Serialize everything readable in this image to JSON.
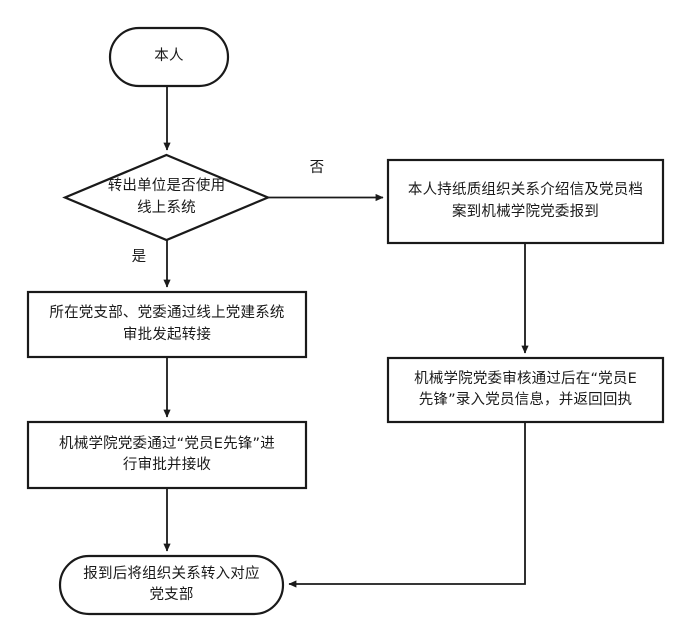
{
  "diagram": {
    "type": "flowchart",
    "orientation": "top-down",
    "line_color": "#1a1a1a",
    "fill_color": "#ffffff",
    "text_color": "#1a1a1a",
    "background": "#ffffff"
  },
  "nodes": {
    "start": {
      "shape": "stadium",
      "label": "本人"
    },
    "decision": {
      "shape": "diamond",
      "label": "转出单位是否使用\n线上系统"
    },
    "online_initiate": {
      "shape": "rectangle",
      "label": "所在党支部、党委通过线上党建系统\n审批发起转接"
    },
    "online_approve": {
      "shape": "rectangle",
      "label": "机械学院党委通过“党员E先锋”进\n行审批并接收"
    },
    "paper_report": {
      "shape": "rectangle",
      "label": "本人持纸质组织关系介绍信及党员档\n案到机械学院党委报到"
    },
    "paper_entry": {
      "shape": "rectangle",
      "label": "机械学院党委审核通过后在“党员E\n先锋”录入党员信息，并返回回执"
    },
    "end": {
      "shape": "stadium",
      "label": "报到后将组织关系转入对应\n党支部"
    }
  },
  "edges": {
    "start_to_decision": {
      "label": ""
    },
    "decision_no": {
      "label": "否"
    },
    "decision_yes": {
      "label": "是"
    },
    "initiate_to_approve": {
      "label": ""
    },
    "approve_to_end": {
      "label": ""
    },
    "report_to_entry": {
      "label": ""
    },
    "entry_to_end": {
      "label": ""
    }
  }
}
